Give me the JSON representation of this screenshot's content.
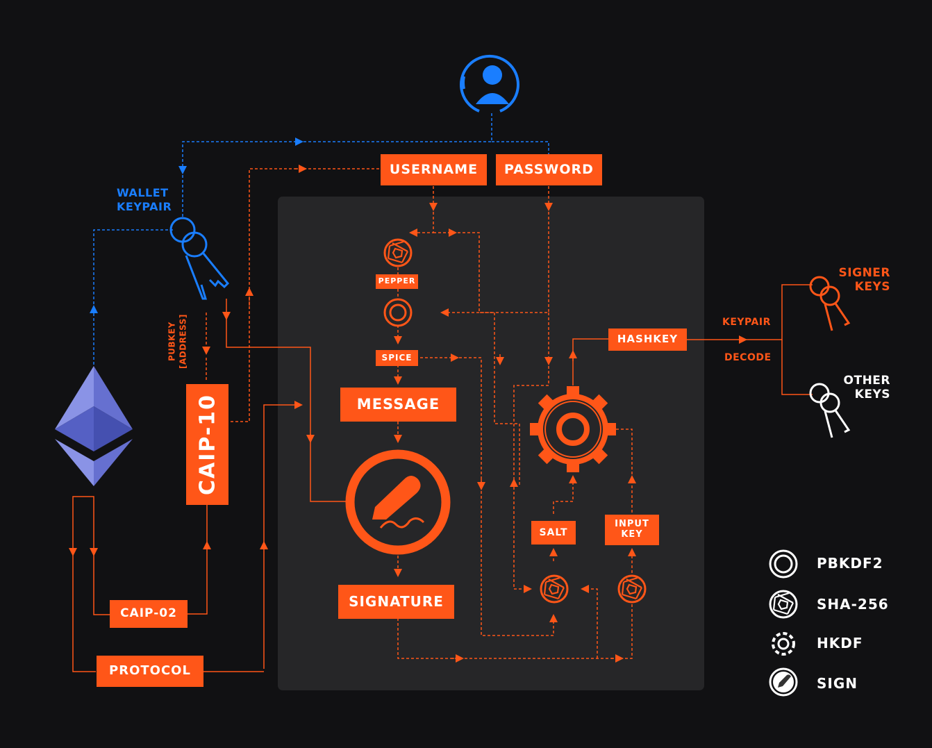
{
  "colors": {
    "accent": "#ff5618",
    "blue": "#1a7eff",
    "background": "#111113",
    "panel": "#262628",
    "white": "#ffffff"
  },
  "boxes": {
    "username": "USERNAME",
    "password": "PASSWORD",
    "pepper": "PEPPER",
    "spice": "SPICE",
    "message": "MESSAGE",
    "signature": "SIGNATURE",
    "hashkey": "HASHKEY",
    "salt": "SALT",
    "input_key_line1": "INPUT",
    "input_key_line2": "KEY",
    "caip10": "CAIP-10",
    "caip02": "CAIP-02",
    "protocol": "PROTOCOL"
  },
  "labels": {
    "wallet_keypair_line1": "WALLET",
    "wallet_keypair_line2": "KEYPAIR",
    "pubkey_line1": "PUBKEY",
    "pubkey_line2": "[ADDRESS]",
    "keypair": "KEYPAIR",
    "decode": "DECODE",
    "signer_keys_line1": "SIGNER",
    "signer_keys_line2": "KEYS",
    "other_keys_line1": "OTHER",
    "other_keys_line2": "KEYS"
  },
  "legend": [
    {
      "icon": "pbkdf2-icon",
      "label": "PBKDF2"
    },
    {
      "icon": "sha-256-icon",
      "label": "SHA-256"
    },
    {
      "icon": "hkdf-icon",
      "label": "HKDF"
    },
    {
      "icon": "sign-icon",
      "label": "SIGN"
    }
  ],
  "icons": [
    "user-icon",
    "ethereum-logo",
    "key-icon",
    "sha-256-icon",
    "pbkdf2-icon",
    "hkdf-icon",
    "sign-icon"
  ]
}
